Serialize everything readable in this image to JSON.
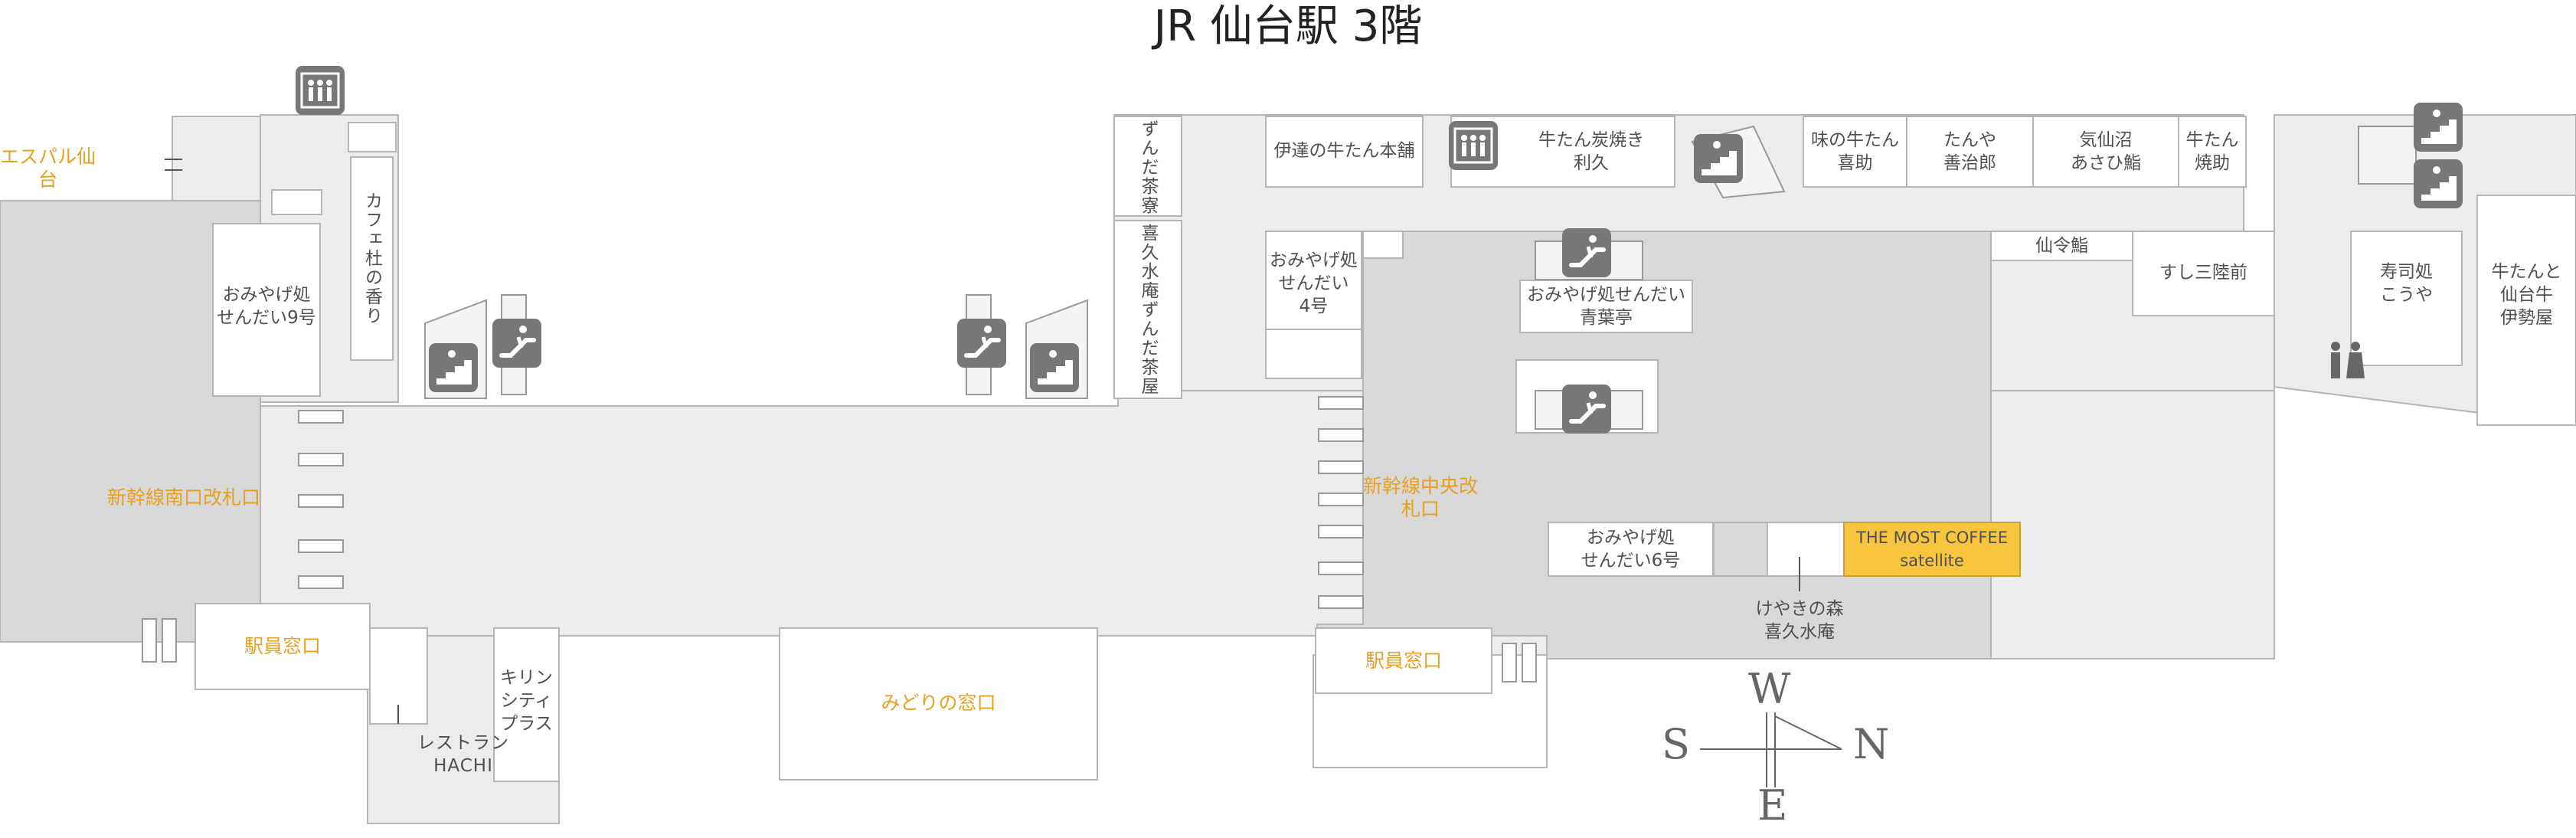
{
  "title": "JR 仙台駅 3階",
  "zones": {
    "espal": "エスパル仙台",
    "shinkansen_south_gate": "新幹線南口改札口",
    "shinkansen_central_gate": "新幹線中央改札口",
    "station_office_1": "駅員窓口",
    "station_office_2": "駅員窓口",
    "midori_window": "みどりの窓口"
  },
  "shops": {
    "omiyage_9": "おみやげ処\nせんだい9号",
    "cafe_mori": "カフェ杜の香り",
    "zunda_saryo": "ずんだ茶寮",
    "kikusui_zunda": "喜久水庵ずんだ茶屋",
    "date_gyutan": "伊達の牛たん本舗",
    "rikyu": "牛たん炭焼き\n利久",
    "aji_gyutan": "味の牛たん\n喜助",
    "tanya": "たんや\n善治郎",
    "kesennuma": "気仙沼\nあさひ鮨",
    "gyutan_yakisuke": "牛たん\n焼助",
    "omiyage_4": "おみやげ処\nせんだい\n4号",
    "omiyage_seiyotei": "おみやげ処せんだい\n青葉亭",
    "senreishi": "仙令鮨",
    "sushi_sanriku": "すし三陸前",
    "sushi_kouya": "寿司処\nこうや",
    "gyutan_isegyu": "牛たんと\n仙台牛\n伊勢屋",
    "omiyage_6": "おみやげ処\nせんだい6号",
    "most_coffee": "THE MOST COFFEE\nsatellite",
    "keyaki": "けやきの森\n喜久水庵",
    "restaurant_hachi": "レストラン\nHACHI",
    "kirin_city": "キリン\nシティ\nプラス"
  },
  "compass": {
    "w": "W",
    "n": "N",
    "s": "S",
    "e": "E"
  },
  "colors": {
    "concourse": "#ececec",
    "gate_area": "#d9d9d9",
    "outline": "#b5b5b5",
    "icon": "#777777",
    "zone_text": "#e8a020",
    "highlight": "#f7c43c"
  },
  "icons": [
    "elevator-icon",
    "escalator-icon",
    "stairs-icon",
    "restroom-icon"
  ]
}
